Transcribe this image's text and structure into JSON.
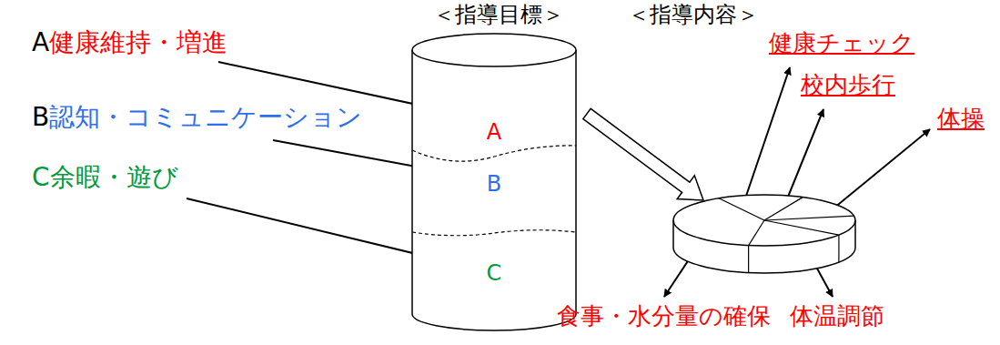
{
  "diagram": {
    "nodes": [
      {
        "text": [
          "＜指導目標＞"
        ]
      },
      {
        "text": [
          "A"
        ],
        "in": 0
      },
      {
        "text": [
          "B"
        ],
        "in": 0
      },
      {
        "text": [
          "C"
        ],
        "in": 0
      },
      {
        "text": [
          "＜指導内容＞"
        ]
      }
    ],
    "edges": [
      {
        "from": 0,
        "to": 4,
        "arrow": "to"
      }
    ],
    "labels": [
      "A",
      "健康維持・増進",
      "B",
      "認知・コミュニケーション",
      "C余暇・遊び",
      "健康チェック",
      "校内歩行",
      "体操",
      "食事・水分量の確保",
      "体温調節"
    ]
  }
}
